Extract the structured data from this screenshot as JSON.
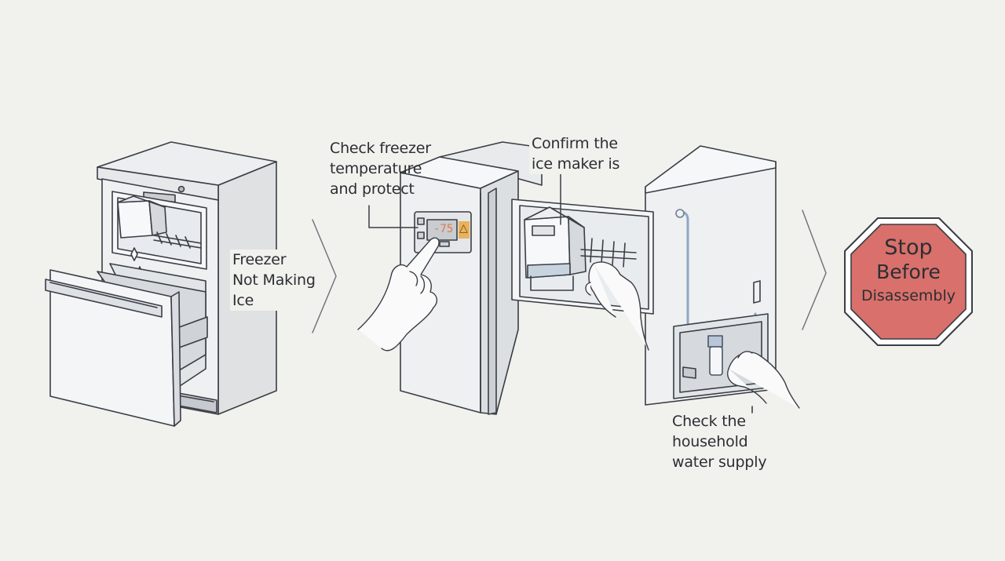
{
  "labels": {
    "problem": "Freezer\nNot Making\nIce",
    "check_temp": "Check freezer\ntemperature\nand protect",
    "confirm_maker": "Confirm the\nice maker is",
    "check_water": "Check the\nhousehold\nwater supply"
  },
  "display": {
    "readout": "-75",
    "warning_symbol": "△"
  },
  "stop_sign": {
    "line1": "Stop",
    "line2": "Before",
    "line3": "Disassembly",
    "color": "#d9706b"
  },
  "colors": {
    "ink": "#2b2e33",
    "panel_amber": "#e9b25b",
    "pipe_blue": "#9fb3cc",
    "background": "#f1f1ed"
  },
  "icons": [
    "hand-icon",
    "chevron-right-icon",
    "octagon-stop-icon",
    "water-filter-icon"
  ]
}
